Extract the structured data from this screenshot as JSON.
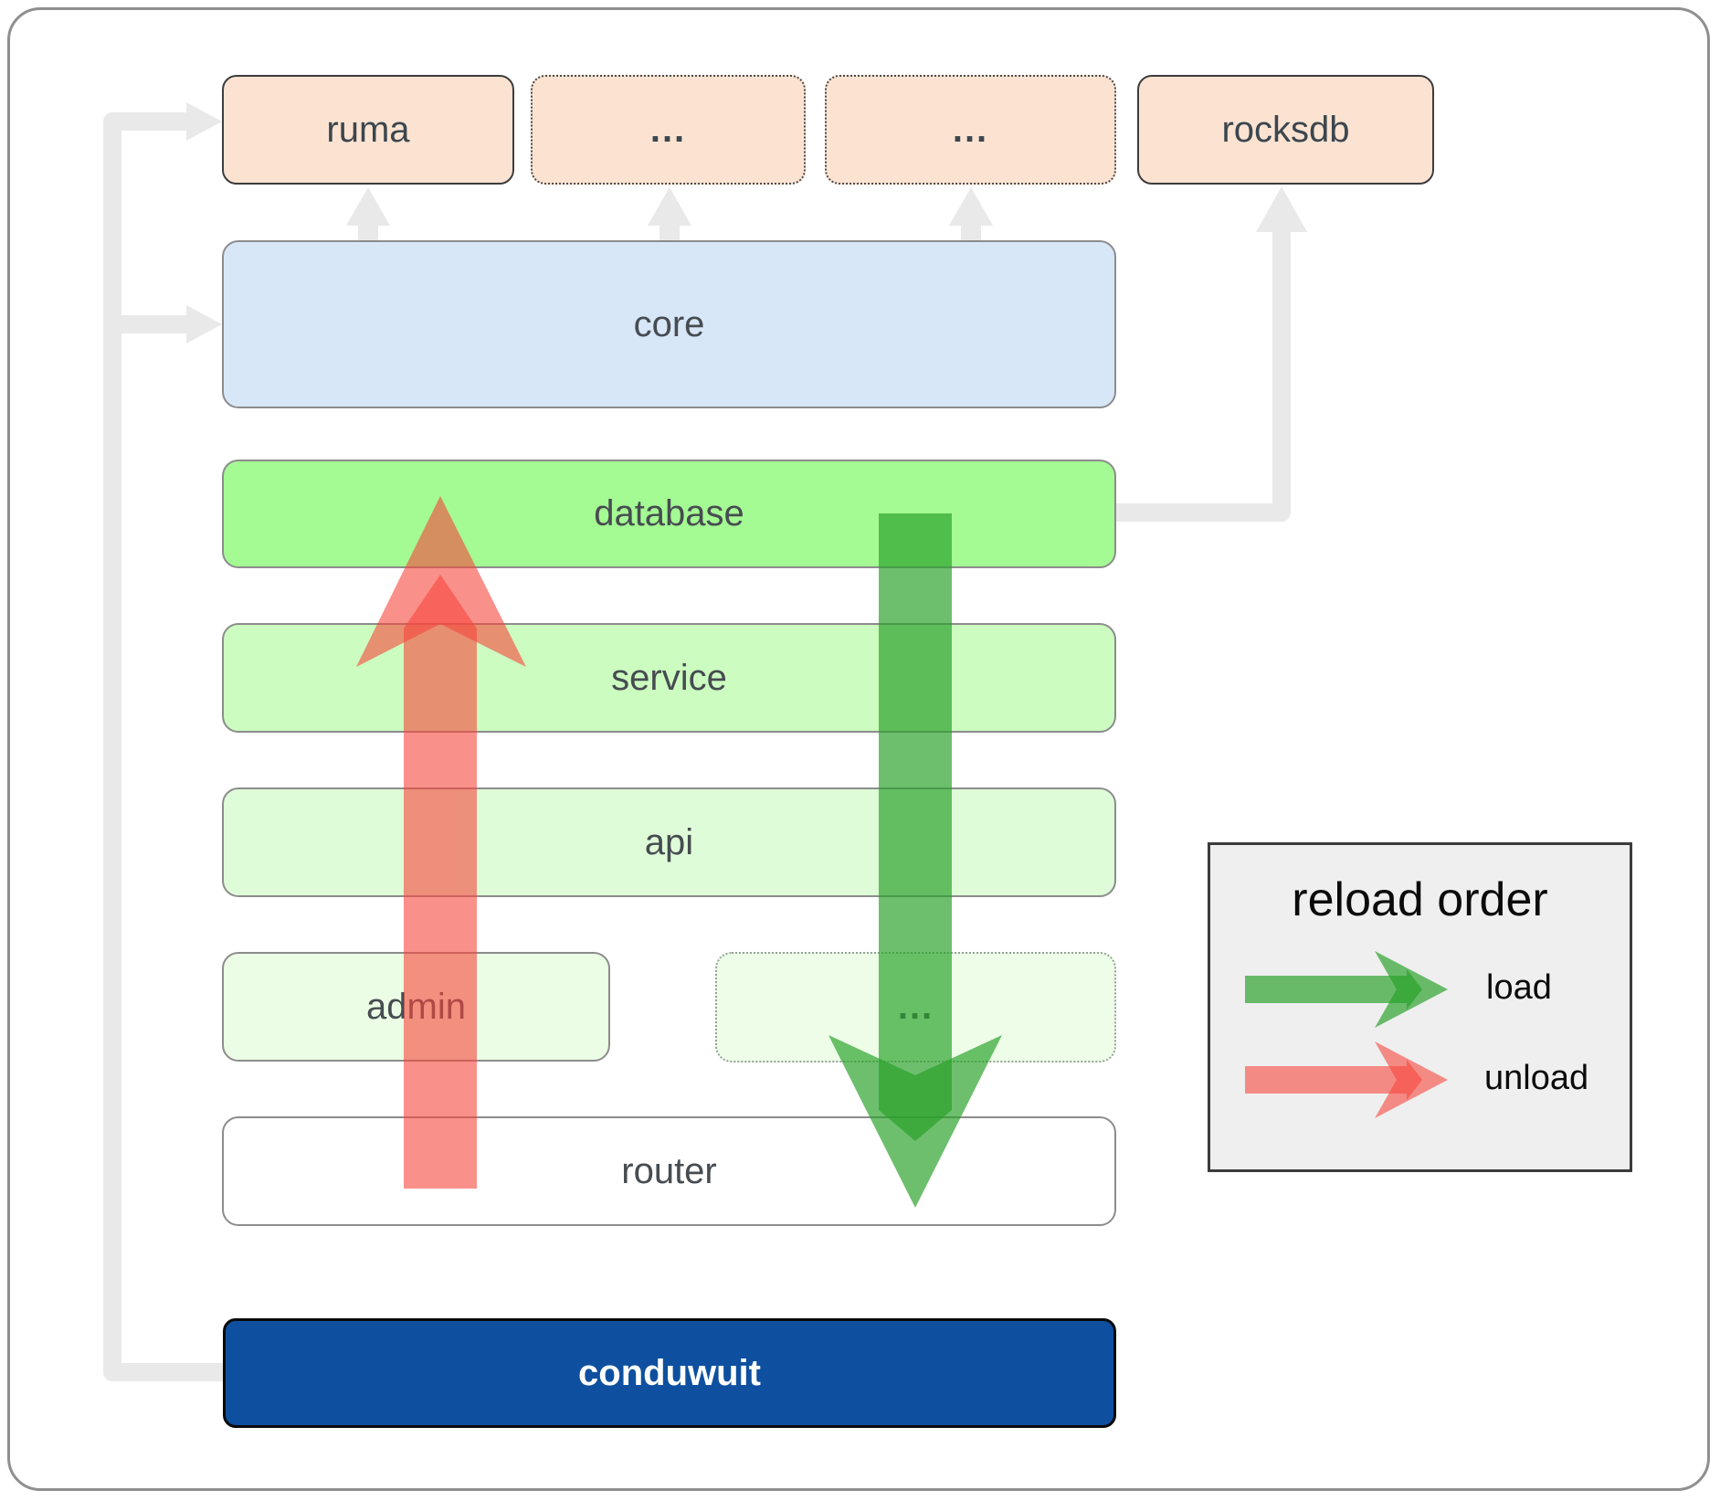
{
  "nodes": {
    "ruma": "ruma",
    "dep_a": "...",
    "dep_b": "...",
    "rocksdb": "rocksdb",
    "core": "core",
    "database": "database",
    "service": "service",
    "api": "api",
    "admin": "admin",
    "admin_more": "...",
    "router": "router",
    "conduwuit": "conduwuit"
  },
  "legend": {
    "title": "reload order",
    "load_label": "load",
    "unload_label": "unload"
  },
  "colors": {
    "load_arrow": "#28a028",
    "unload_arrow": "#f7463c",
    "connector": "#e9e9e9",
    "database_fill": "#a4fa93",
    "core_fill": "#d7e7f8",
    "dependency_fill": "#fce3d1",
    "conduwuit_fill": "#0e509f"
  }
}
